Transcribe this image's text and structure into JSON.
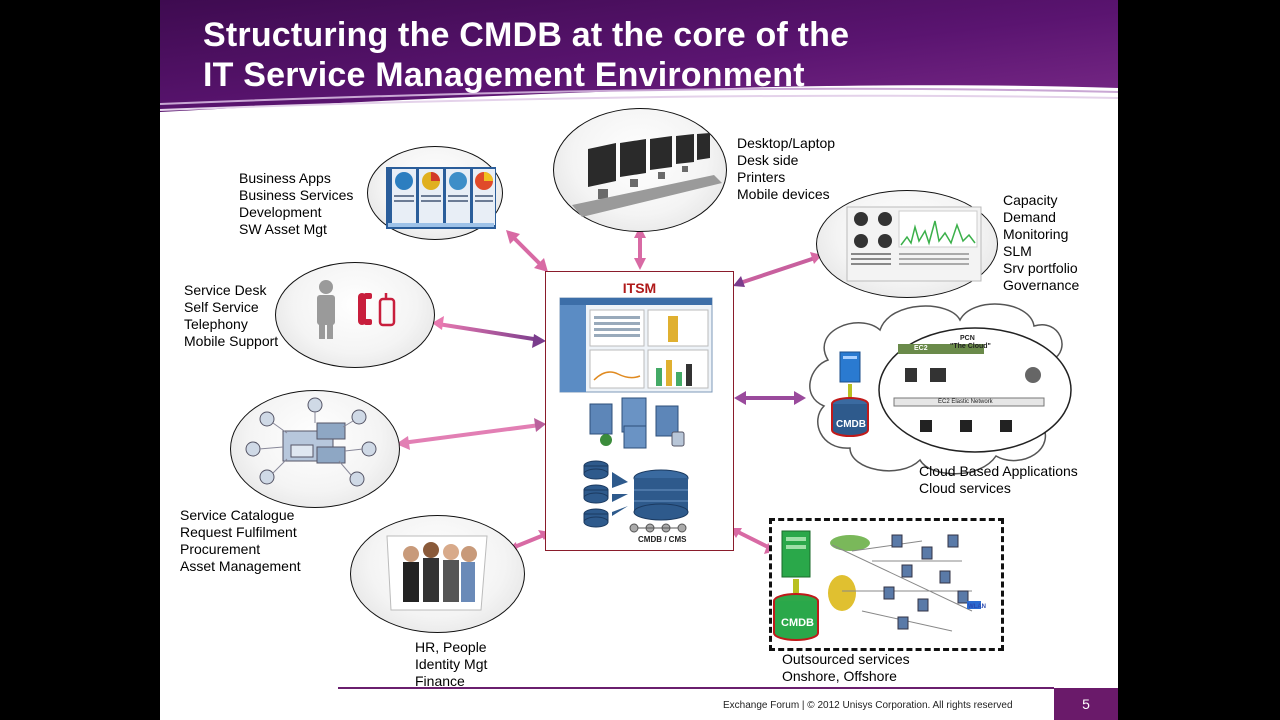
{
  "title": {
    "line1": "Structuring the CMDB at the core of the",
    "line2": "IT Service Management  Environment"
  },
  "center": {
    "title": "ITSM",
    "cmdb_label": "CMDB / CMS"
  },
  "groups": {
    "business": [
      "Business Apps",
      "Business Services",
      "Development",
      "SW Asset Mgt"
    ],
    "desktop": [
      "Desktop/Laptop",
      "Desk side",
      "Printers",
      "Mobile devices"
    ],
    "capacity": [
      "Capacity",
      "Demand",
      "Monitoring",
      "SLM",
      "Srv portfolio",
      "Governance"
    ],
    "servicedesk": [
      "Service Desk",
      "Self Service",
      "Telephony",
      "Mobile Support"
    ],
    "catalogue": [
      "Service Catalogue",
      "Request Fulfilment",
      "Procurement",
      "Asset Management"
    ],
    "hr": [
      "HR, People",
      "Identity Mgt",
      "Finance"
    ],
    "cloud": [
      "Cloud Based Applications",
      "Cloud services"
    ],
    "outsourced": [
      "Outsourced services",
      "Onshore, Offshore"
    ]
  },
  "cloud_diagram": {
    "cmdb": "CMDB",
    "pcn": "PCN",
    "the_cloud": "\"The Cloud\"",
    "ec2": "EC2",
    "network": "EC2 Elastic Network"
  },
  "outsourced_diagram": {
    "cmdb": "CMDB",
    "wlan": "WLAN"
  },
  "footer": {
    "text": "Exchange Forum | © 2012 Unisys Corporation. All rights reserved",
    "page": "5"
  },
  "colors": {
    "header_purple": "#5e1670",
    "accent_purple": "#6a1a6a",
    "itsm_red": "#b01a1a",
    "arrow_pink": "#e06aa0",
    "arrow_purple": "#7a3c8c"
  }
}
